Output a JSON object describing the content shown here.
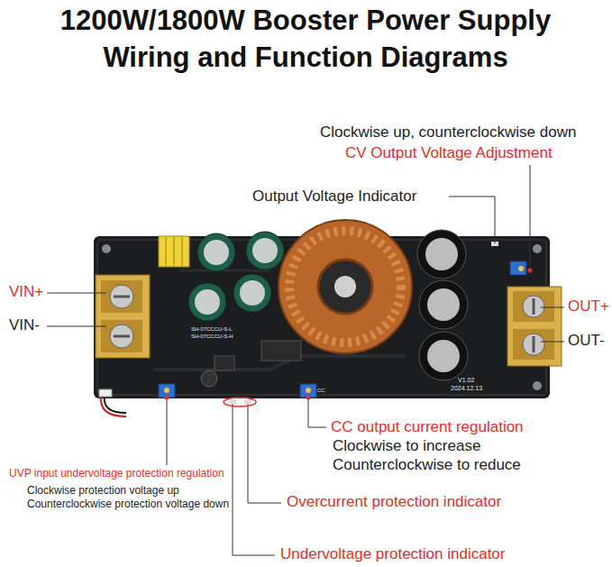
{
  "diagram": {
    "title": "1200W/1800W Booster Power Supply Wiring and Function Diagrams",
    "labels": [
      "Clockwise up, counterclockwise down",
      "CV Output Voltage Adjustment",
      "Output Voltage Indicator",
      "VIN+",
      "VIN-",
      "OUT+",
      "OUT-",
      "CC output current regulation",
      "Clockwise to increase",
      "Counterclockwise to reduce",
      "UVP input undervoltage protection regulation",
      "Clockwise protection voltage up",
      "Counterclockwise protection voltage down",
      "Overcurrent protection indicator",
      "Undervoltage protection indicator",
      "SH-07CCCU-S-L",
      "SH-07CCCU-S-H",
      "V1.02",
      "2024.12.13",
      "CC"
    ]
  }
}
